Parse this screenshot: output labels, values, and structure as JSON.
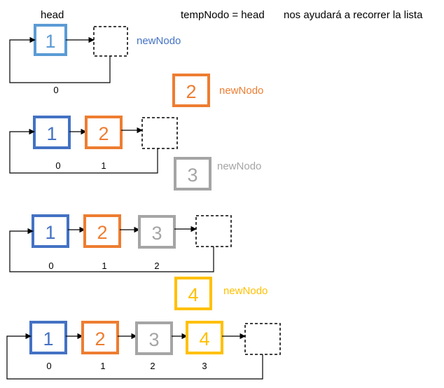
{
  "header": {
    "head_label": "head",
    "temp_label": "tempNodo = head",
    "note": "nos ayudará a recorrer la lista"
  },
  "colors": {
    "node1": "#4472C4",
    "node1_light": "#5B9BD5",
    "node2": "#ED7D31",
    "node3": "#A5A5A5",
    "node4": "#FFC000",
    "dashed": "#000000",
    "lines": "#000000"
  },
  "rows": [
    {
      "nodes": [
        "1"
      ],
      "indices": [
        "0"
      ],
      "new_nodo_label": "newNodo"
    },
    {
      "new_node_value": "2",
      "new_nodo_label": "newNodo"
    },
    {
      "nodes": [
        "1",
        "2"
      ],
      "indices": [
        "0",
        "1"
      ]
    },
    {
      "new_node_value": "3",
      "new_nodo_label": "newNodo"
    },
    {
      "nodes": [
        "1",
        "2",
        "3"
      ],
      "indices": [
        "0",
        "1",
        "2"
      ]
    },
    {
      "new_node_value": "4",
      "new_nodo_label": "newNodo"
    },
    {
      "nodes": [
        "1",
        "2",
        "3",
        "4"
      ],
      "indices": [
        "0",
        "1",
        "2",
        "3"
      ]
    }
  ]
}
